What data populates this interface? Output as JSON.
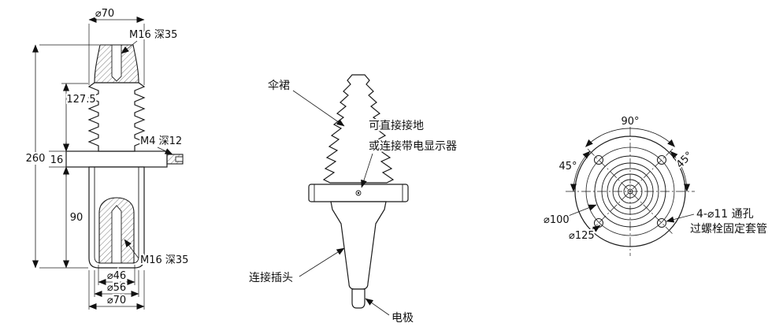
{
  "left": {
    "d70_top": "⌀70",
    "m16_top": "M16 深35",
    "h127": "127.5",
    "h260": "260",
    "h16": "16",
    "m4": "M4 深12",
    "h90": "90",
    "m16_bottom": "M16 深35",
    "d46": "⌀46",
    "d56": "⌀56",
    "d70_bottom": "⌀70"
  },
  "middle": {
    "skirt": "伞裙",
    "ground1": "可直接接地",
    "ground2": "或连接带电显示器",
    "plug": "连接插头",
    "electrode": "电极"
  },
  "right": {
    "deg90": "90°",
    "deg45_left": "45°",
    "deg45_right": "45°",
    "d100": "⌀100",
    "d125": "⌀125",
    "holes": "4-⌀11 通孔",
    "sleeve": "过螺栓固定套管"
  },
  "colors": {
    "line": "#1b1b1b",
    "background": "#ffffff"
  }
}
